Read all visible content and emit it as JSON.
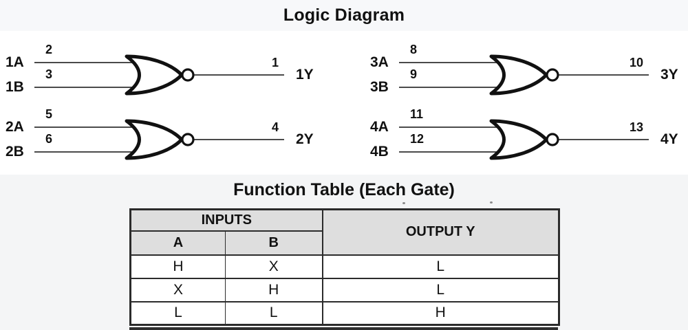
{
  "titles": {
    "logic_diagram": "Logic Diagram",
    "function_table": "Function Table (Each Gate)"
  },
  "gates": [
    {
      "input_a": "1A",
      "input_b": "1B",
      "pin_a": "2",
      "pin_b": "3",
      "pin_out": "1",
      "output": "1Y"
    },
    {
      "input_a": "2A",
      "input_b": "2B",
      "pin_a": "5",
      "pin_b": "6",
      "pin_out": "4",
      "output": "2Y"
    },
    {
      "input_a": "3A",
      "input_b": "3B",
      "pin_a": "8",
      "pin_b": "9",
      "pin_out": "10",
      "output": "3Y"
    },
    {
      "input_a": "4A",
      "input_b": "4B",
      "pin_a": "11",
      "pin_b": "12",
      "pin_out": "13",
      "output": "4Y"
    }
  ],
  "function_table": {
    "inputs_header": "INPUTS",
    "output_header": "OUTPUT Y",
    "col_a": "A",
    "col_b": "B",
    "rows": [
      [
        "H",
        "X",
        "L"
      ],
      [
        "X",
        "H",
        "L"
      ],
      [
        "L",
        "L",
        "H"
      ]
    ]
  },
  "colors": {
    "band_top": "#f7f8fa",
    "band_bottom": "#f4f5f6",
    "table_header_bg": "#dedede",
    "border": "#2b2b2b",
    "wire": "#4a4a4a",
    "ink": "#111111"
  }
}
